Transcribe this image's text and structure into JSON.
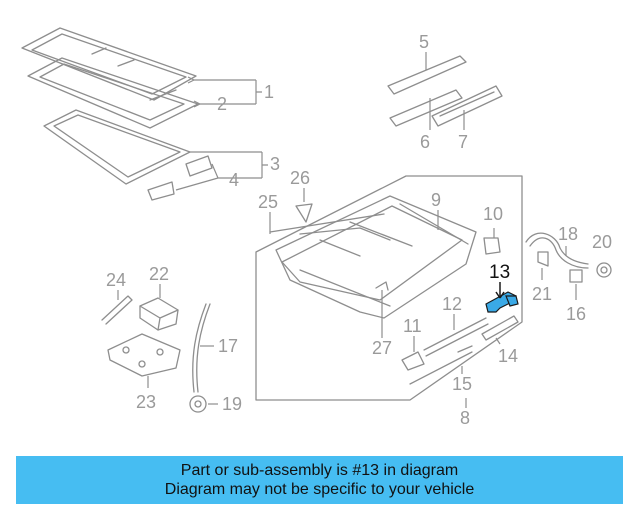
{
  "diagram": {
    "highlighted_part": "13",
    "callouts": [
      "1",
      "2",
      "3",
      "4",
      "5",
      "6",
      "7",
      "8",
      "9",
      "10",
      "11",
      "12",
      "13",
      "14",
      "15",
      "16",
      "17",
      "18",
      "19",
      "20",
      "21",
      "22",
      "23",
      "24",
      "25",
      "26",
      "27"
    ]
  },
  "banner": {
    "line1": "Part or sub-assembly is #13 in diagram",
    "line2": "Diagram may not be specific to your vehicle"
  },
  "colors": {
    "banner_bg": "#46bdf2",
    "highlight_part": "#3aa9e6",
    "line_art": "#8e8e8e"
  }
}
